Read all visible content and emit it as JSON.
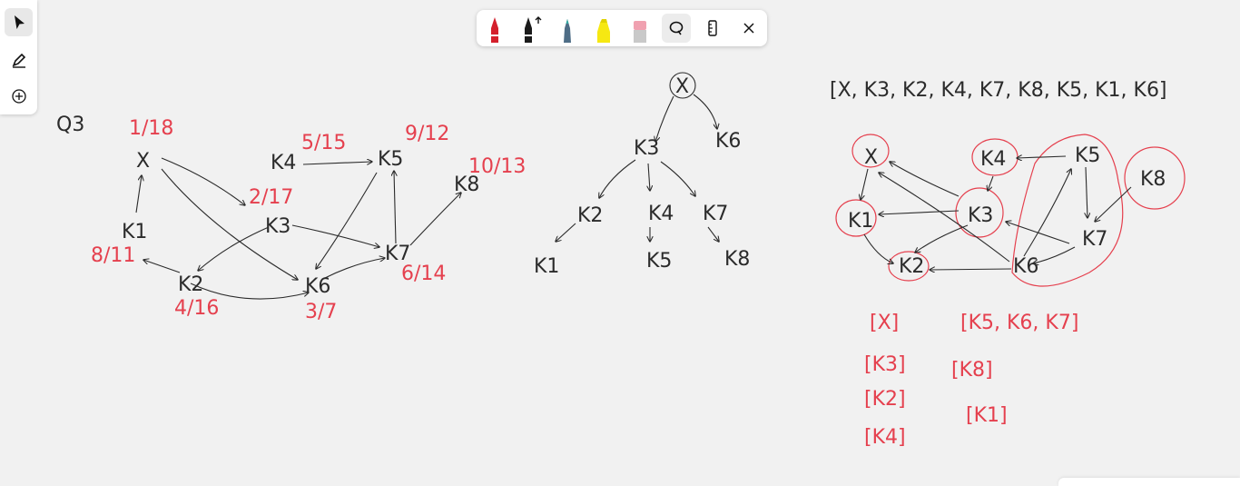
{
  "tools": {
    "select": "select-tool",
    "pen": "pen-tool",
    "add": "add-tool"
  },
  "pens": [
    "red",
    "black",
    "teal",
    "yellow",
    "pink"
  ],
  "colors": {
    "red_ink": "#e5404e",
    "black_ink": "#2b2b2b",
    "canvas": "#f1f1f1"
  },
  "board": {
    "heading": "Q3",
    "graph1": {
      "nodes": [
        "X",
        "K4",
        "K5",
        "K8",
        "K1",
        "K3",
        "K7",
        "K2",
        "K6"
      ],
      "times": [
        "1/18",
        "5/15",
        "9/12",
        "10/13",
        "2/17",
        "8/11",
        "6/14",
        "4/16",
        "3/7"
      ]
    },
    "tree": {
      "nodes": [
        "X",
        "K3",
        "K6",
        "K2",
        "K4",
        "K7",
        "K1",
        "K5",
        "K8"
      ]
    },
    "order": "[X, K3, K2, K4, K7, K8, K5, K1, K6]",
    "graph2": {
      "nodes": [
        "X",
        "K4",
        "K5",
        "K8",
        "K1",
        "K3",
        "K7",
        "K2",
        "K6"
      ]
    },
    "sccs_left": [
      "[X]",
      "[K3]",
      "[K2]",
      "[K4]"
    ],
    "sccs_right": [
      "[K5, K6, K7]",
      "[K8]",
      "[K1]"
    ]
  }
}
